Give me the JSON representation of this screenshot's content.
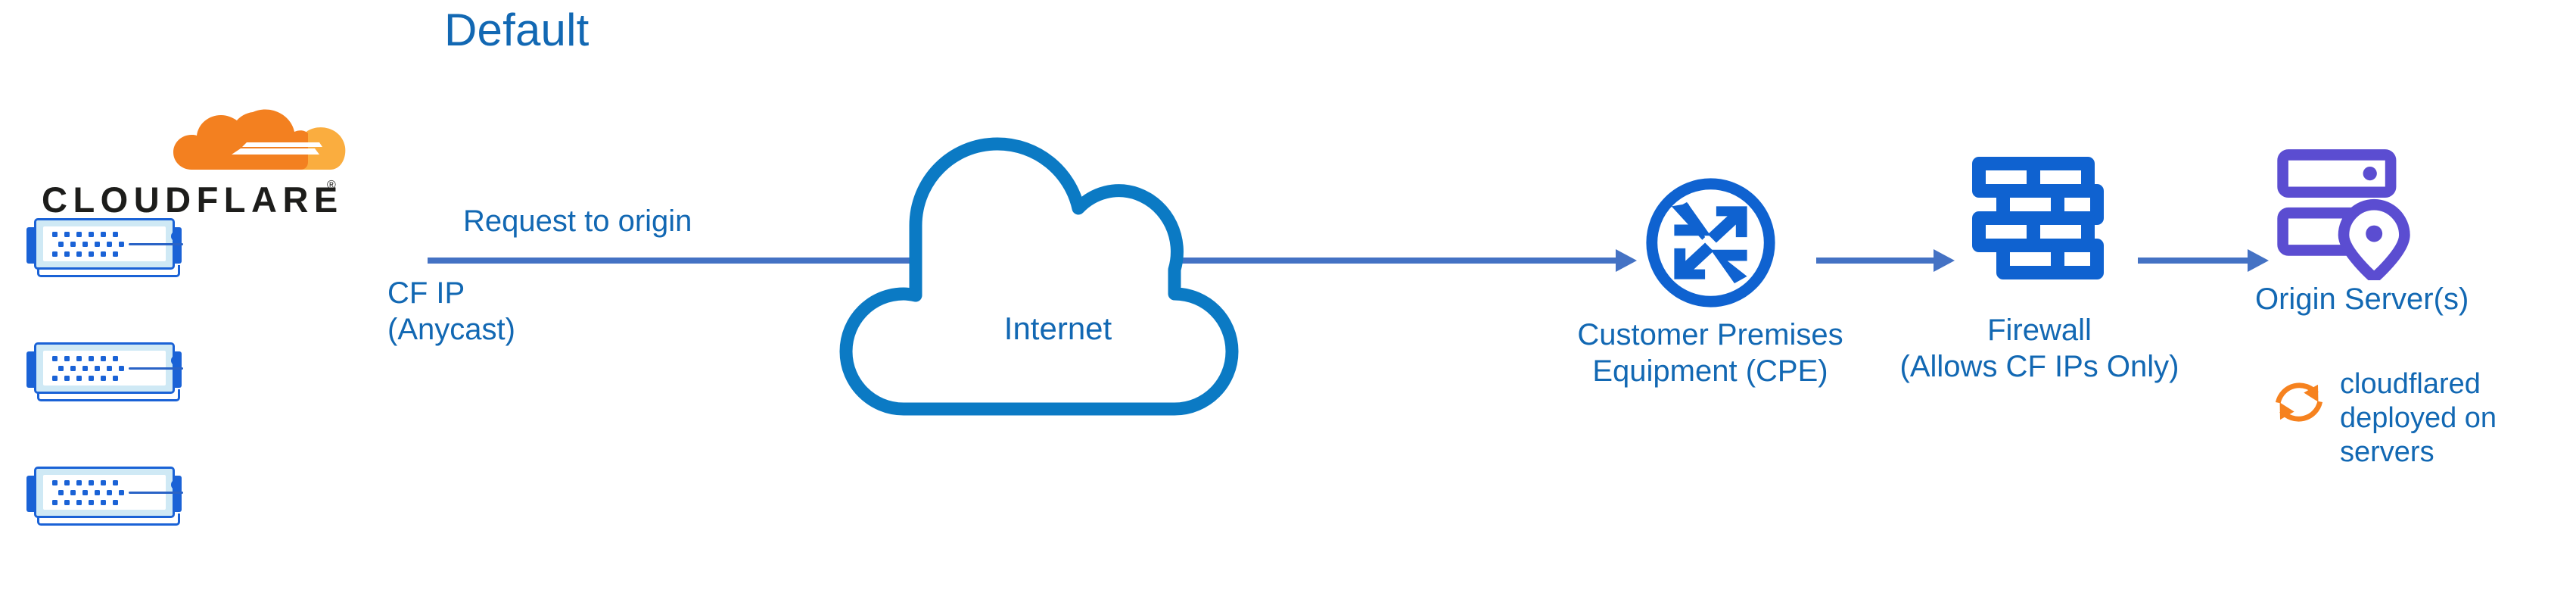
{
  "diagram": {
    "title": "Default",
    "brand": {
      "name": "CLOUDFLARE",
      "registered_mark": "®",
      "logo_color_primary": "#f38020",
      "logo_color_secondary": "#faad3f",
      "wordmark_color": "#1d1d1b"
    },
    "colors": {
      "label_blue": "#1268b3",
      "icon_blue": "#0f62d0",
      "connector_blue": "#4472c4",
      "cloud_stroke": "#0b7ac4",
      "origin_purple": "#5b4dd1",
      "cloudflared_orange": "#f6821f",
      "server_fill": "#cfe9f5"
    }
  },
  "edges": {
    "request_to_origin": "Request to origin",
    "cf_ip": {
      "line1": "CF IP",
      "line2": "(Anycast)"
    }
  },
  "nodes": {
    "cloudflare_edge": {
      "icon": "server-rack-icon",
      "device_count": 3
    },
    "internet": {
      "label": "Internet",
      "icon": "cloud-icon"
    },
    "cpe": {
      "icon": "router-icon",
      "label_line1": "Customer Premises",
      "label_line2": "Equipment (CPE)"
    },
    "firewall": {
      "icon": "brick-wall-icon",
      "label_line1": "Firewall",
      "label_line2": "(Allows CF IPs Only)"
    },
    "origin": {
      "icon": "server-location-icon",
      "label": "Origin Server(s)"
    }
  },
  "annotations": {
    "cloudflared": {
      "icon": "sync-arrows-icon",
      "line1": "cloudflared",
      "line2": "deployed on",
      "line3": "servers"
    }
  }
}
